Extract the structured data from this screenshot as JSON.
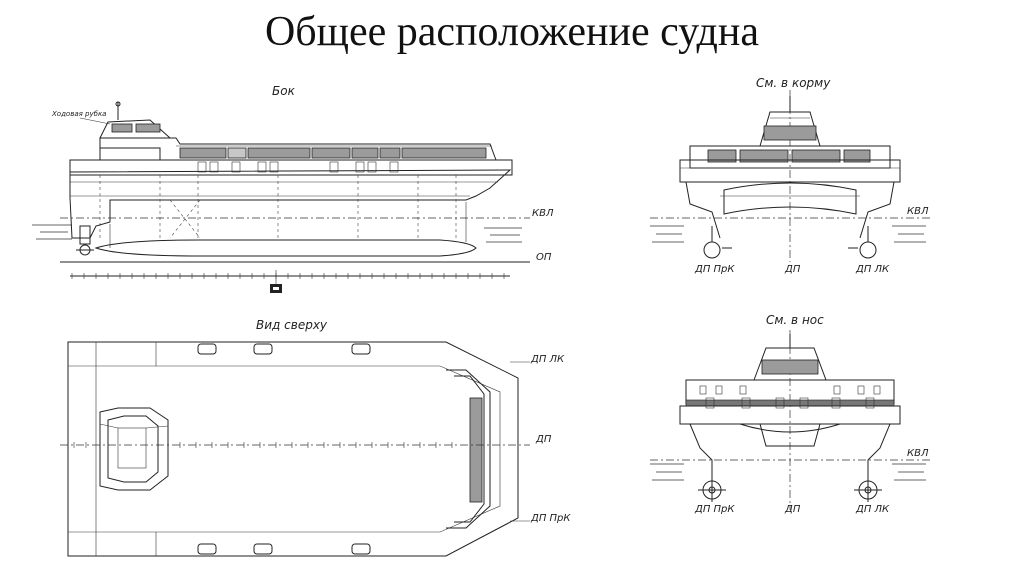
{
  "title": "Общее расположение судна",
  "views": {
    "side": {
      "title": "Бок",
      "wheelhouse_label": "Ходовая рубка",
      "waterline_label": "КВЛ",
      "baseline_label": "ОП"
    },
    "stern": {
      "title": "См. в корму",
      "waterline_label": "КВЛ",
      "left_label": "ДП ПрК",
      "center_label": "ДП",
      "right_label": "ДП ЛК"
    },
    "top": {
      "title": "Вид сверху",
      "lk_label": "ДП ЛК",
      "center_label": "ДП",
      "prk_label": "ДП ПрК"
    },
    "bow": {
      "title": "См. в нос",
      "waterline_label": "КВЛ",
      "left_label": "ДП ПрК",
      "center_label": "ДП",
      "right_label": "ДП ЛК"
    }
  }
}
